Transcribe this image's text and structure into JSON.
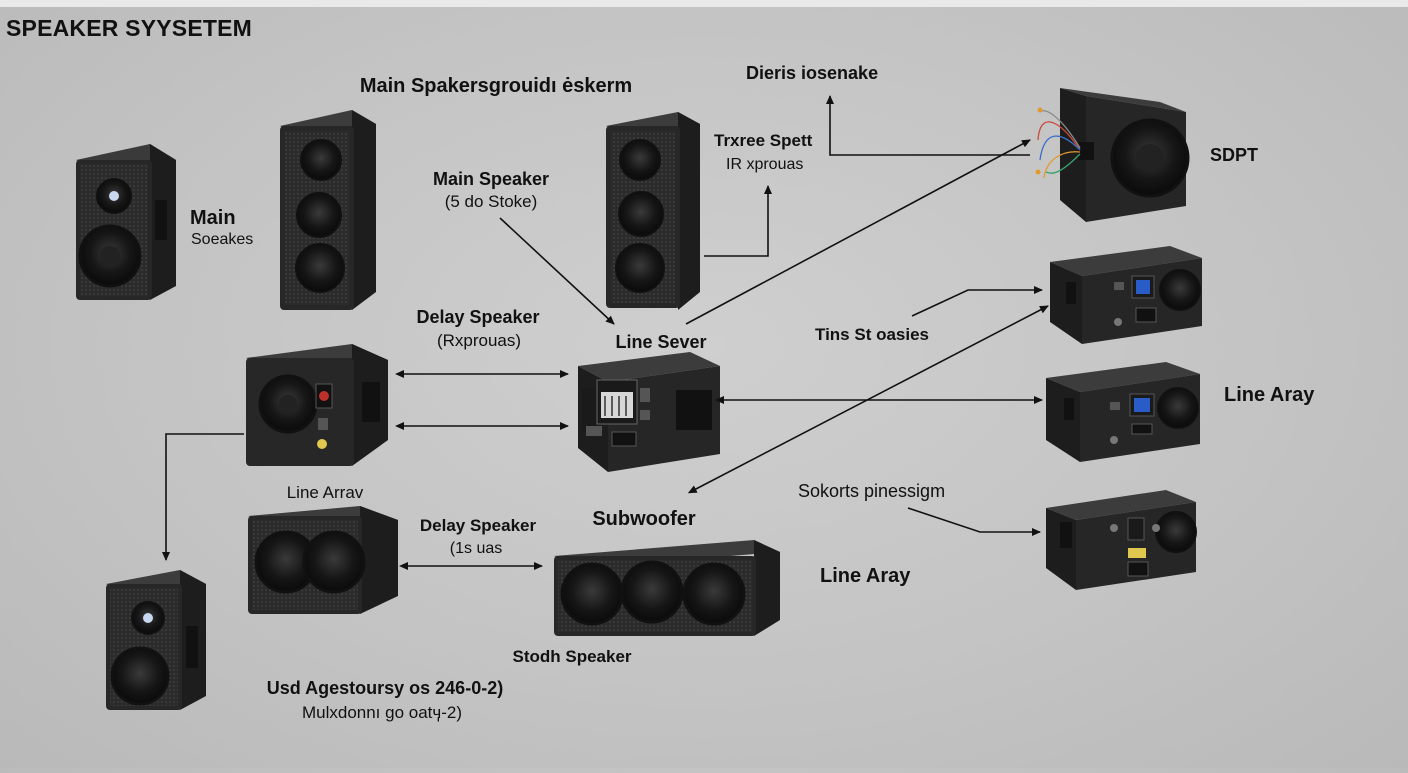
{
  "title": "SPEAKER SYYSETEM",
  "labels": {
    "main_header": "Main Spakersgrouidı ėskerm",
    "top_right": "Dieris iosenake",
    "main_left": "Main",
    "main_left_sub": "Soeakes",
    "main_speaker": "Main Speaker",
    "main_speaker_sub": "(5 do Stoke)",
    "trxree": "Trxree Spett",
    "trxree_sub": "IR xprouas",
    "sdpt": "SDPT",
    "delay_speaker": "Delay Speaker",
    "delay_speaker_sub": "(Rxprouas)",
    "line_sever": "Line Sever",
    "tins": "Tins St oasies",
    "line_aray_right": "Line Aray",
    "line_arrav": "Line Arrav",
    "delay_speaker_2": "Delay Speaker",
    "delay_speaker_2_sub": "(1s uas",
    "subwoofer": "Subwoofer",
    "sokorts": "Sokorts pinessigm",
    "line_aray_bottom": "Line Aray",
    "stodh": "Stodh Speaker",
    "usd": "Usd Agestoursy os 246-0-2)",
    "usd_sub": "Mulxdonnı go oatӌ-2)"
  },
  "colors": {
    "cabinet": "#262626",
    "cabinet_light": "#3c3c3c",
    "cone": "#141414",
    "panel_screen": "#2a5cc8",
    "arrow": "#111111"
  },
  "icons": [
    "speaker-icon",
    "amplifier-icon",
    "subwoofer-icon",
    "cable-bundle-icon",
    "arrow-icon"
  ]
}
